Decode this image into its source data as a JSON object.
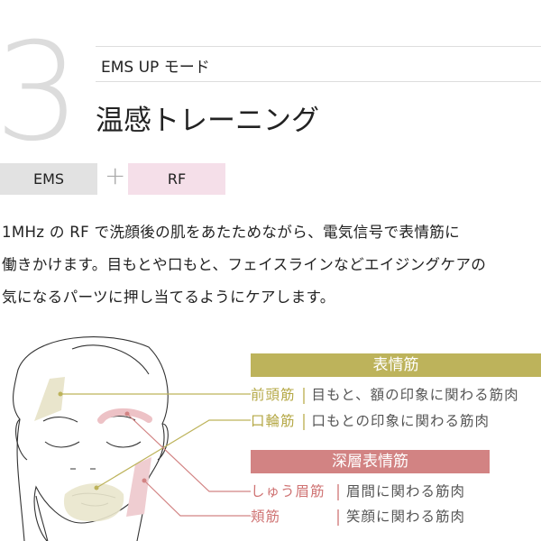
{
  "step_number": "3",
  "subtitle": "EMS UP モード",
  "title": "温感トレーニング",
  "badges": {
    "ems": "EMS",
    "plus": "+",
    "rf": "RF"
  },
  "description": [
    "1MHz の RF で洗顔後の肌をあたためながら、電気信号で表情筋に",
    "働きかけます。目もとや口もと、フェイスラインなどエイジングケアの",
    "気になるパーツに押し当てるようにケアします。"
  ],
  "colors": {
    "gold": "#bdb35b",
    "pink": "#d28383",
    "gold_text": "#b5a846",
    "pink_text": "#cf7373",
    "badge_gray": "#e2e2e2",
    "badge_pink": "#f5dfe9"
  },
  "groups": [
    {
      "heading": "表情筋",
      "rows": [
        {
          "muscle": "前頭筋",
          "desc": "目もと、額の印象に関わる筋肉"
        },
        {
          "muscle": "口輪筋",
          "desc": "口もとの印象に関わる筋肉"
        }
      ]
    },
    {
      "heading": "深層表情筋",
      "rows": [
        {
          "muscle": "しゅう眉筋",
          "desc": "眉間に関わる筋肉"
        },
        {
          "muscle": "頬筋",
          "desc": "笑顔に関わる筋肉"
        }
      ]
    }
  ]
}
